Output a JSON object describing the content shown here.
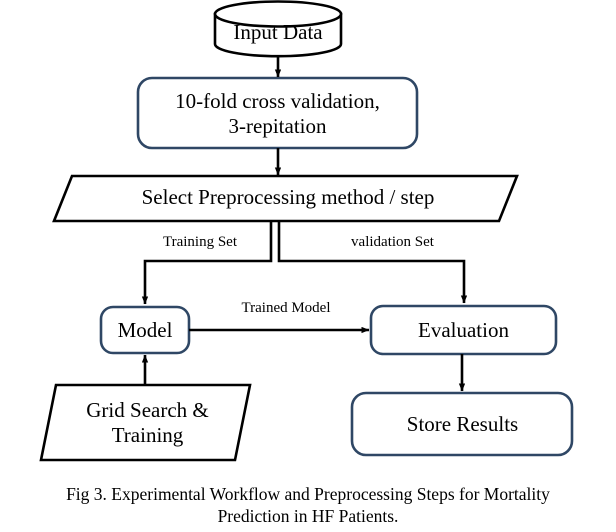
{
  "figure": {
    "caption_line_1": "Fig 3. Experimental Workflow and Preprocessing Steps for Mortality",
    "caption_line_2": "Prediction in HF Patients.",
    "caption_full": "Fig 3. Experimental Workflow and Preprocessing Steps for Mortality Prediction in HF Patients."
  },
  "colors": {
    "rounded_box_border": "#2F4765",
    "plain_shape_border": "#000000",
    "arrow": "#000000",
    "node_fill": "#FFFFFF",
    "page_background": "#FFFFFF",
    "text": "#000000"
  },
  "diagram": {
    "type": "flowchart",
    "nodes": [
      {
        "id": "input-data",
        "label": "Input Data",
        "shape": "cylinder"
      },
      {
        "id": "cross-val",
        "label": "10-fold cross validation,\n3-repitation",
        "shape": "rounded-rect"
      },
      {
        "id": "preprocess",
        "label": "Select Preprocessing method / step",
        "shape": "parallelogram"
      },
      {
        "id": "model",
        "label": "Model",
        "shape": "rounded-rect"
      },
      {
        "id": "evaluation",
        "label": "Evaluation",
        "shape": "rounded-rect"
      },
      {
        "id": "grid-search",
        "label": "Grid Search &\nTraining",
        "shape": "parallelogram"
      },
      {
        "id": "store-results",
        "label": "Store Results",
        "shape": "rounded-rect"
      }
    ],
    "edges": [
      {
        "id": "input-to-crossval",
        "from": "input-data",
        "to": "cross-val",
        "label": ""
      },
      {
        "id": "crossval-to-preprocess",
        "from": "cross-val",
        "to": "preprocess",
        "label": ""
      },
      {
        "id": "preprocess-to-model",
        "from": "preprocess",
        "to": "model",
        "label": "Training Set"
      },
      {
        "id": "preprocess-to-eval",
        "from": "preprocess",
        "to": "evaluation",
        "label": "validation Set"
      },
      {
        "id": "model-to-eval",
        "from": "model",
        "to": "evaluation",
        "label": "Trained Model"
      },
      {
        "id": "gridsearch-to-model",
        "from": "grid-search",
        "to": "model",
        "label": ""
      },
      {
        "id": "eval-to-store",
        "from": "evaluation",
        "to": "store-results",
        "label": ""
      }
    ]
  }
}
